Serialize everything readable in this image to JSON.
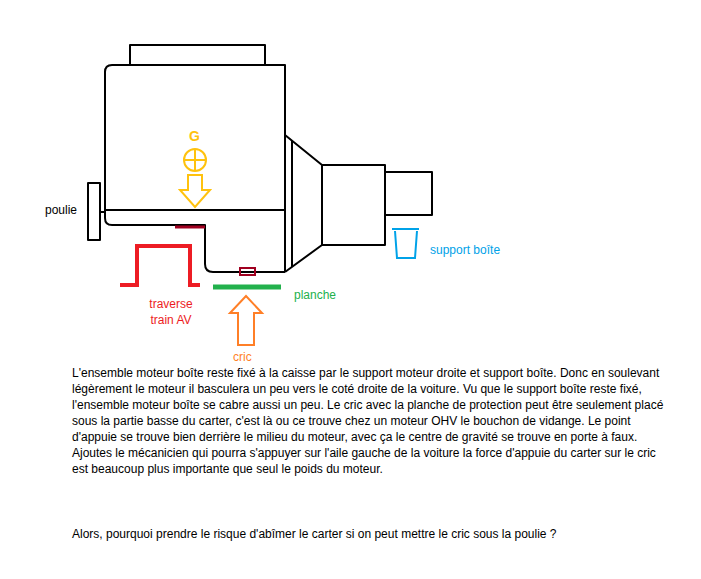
{
  "diagram": {
    "labels": [
      "poulie",
      "G",
      "traverse train AV",
      "planche",
      "cric",
      "support boîte",
      "L'ensemble moteur boîte reste fixé à la caisse par le support moteur droite et support boîte. Donc en soulevant légèrement le moteur il basculera un peu vers le coté droite de la voiture. Vu que le support boîte reste fixé, l'ensemble moteur boîte se cabre aussi un peu. Le cric avec la planche de protection peut être seulement placé sous la partie basse du carter, c'est là ou ce trouve chez un moteur OHV le bouchon de vidange. Le point d'appuie se trouve bien derrière le milieu du moteur, avec ça le centre de gravité se trouve en porte à faux. Ajoutes le mécanicien qui pourra s'appuyer sur l'aile gauche de la voiture la force d'appuie du carter sur le cric est beaucoup plus importante que seul le poids du moteur.",
      "Alors, pourquoi prendre le risque d'abîmer le carter si on peut mettre le cric sous la poulie ?"
    ]
  }
}
